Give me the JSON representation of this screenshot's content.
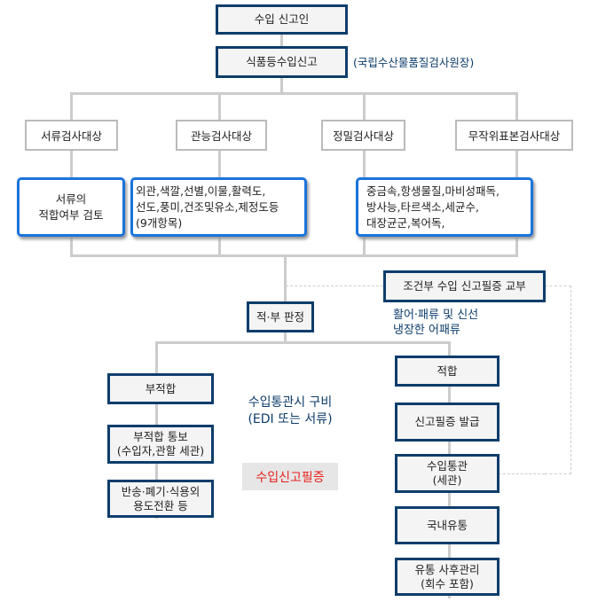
{
  "importer": "수입 신고인",
  "declaration": "식품등수입신고",
  "authority": "(국립수산물품질검사원장)",
  "categories": [
    "서류검사대상",
    "관능검사대상",
    "정밀검사대상",
    "무작위표본검사대상"
  ],
  "details": {
    "doc": "서류의\n적합여부 검토",
    "sensory": "외관,색깔,선별,이물,활력도,\n선도,풍미,건조및유소,제정도등\n(9개항목)",
    "precise": "중금속,항생물질,마비성패독,\n방사능,타르색소,세균수,\n대장균군,복어독,"
  },
  "conditional": "조건부 수입 신고필증 교부",
  "conditional_note": "활어·패류 및 신선\n냉장한 어패류",
  "judgement": "적·부 판정",
  "fail": {
    "title": "부적합",
    "notice": "부적합 통보\n(수입자,관할 세관)",
    "action": "반송·폐기·식용외\n용도전환 등"
  },
  "center_note": "수입통관시 구비\n(EDI 또는 서류)",
  "certificate": "수입신고필증",
  "pass": {
    "title": "적합",
    "issue": "신고필증 발급",
    "customs": "수입통관\n(세관)",
    "distribution": "국내유통",
    "aftercare": "유통 사후관리\n(회수 포함)"
  }
}
